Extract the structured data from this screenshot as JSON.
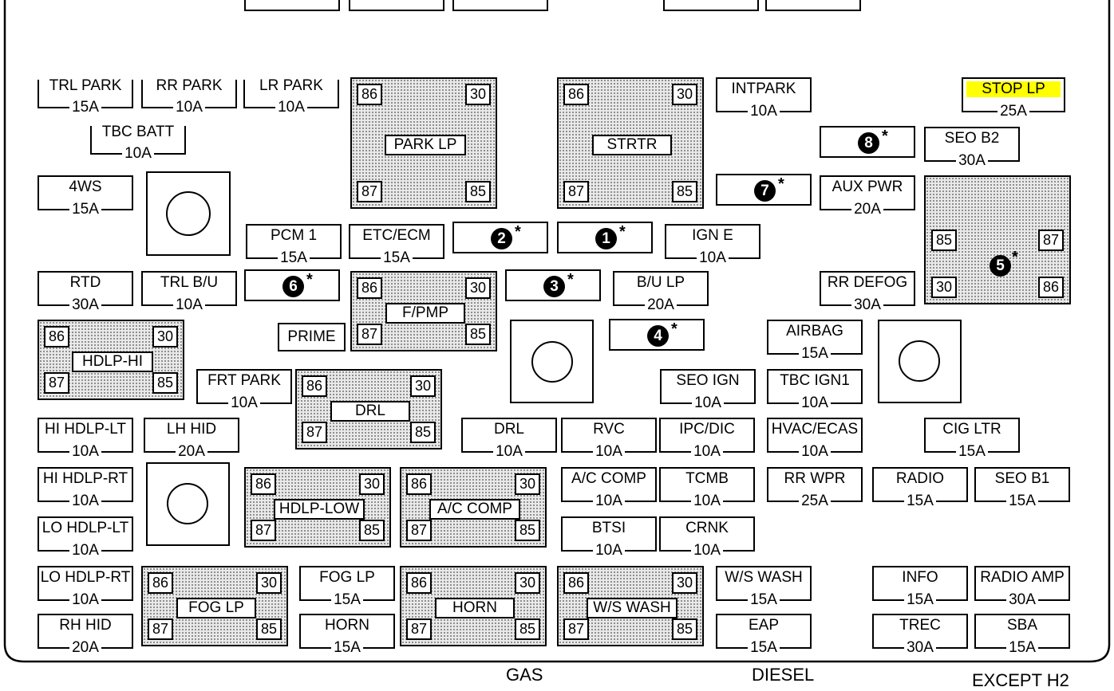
{
  "colors": {
    "highlight": "#ffff00",
    "line": "#000000",
    "relay_fill": "#e9e9e9"
  },
  "fuses": [
    {
      "name": "TRL PARK",
      "amp": "15A"
    },
    {
      "name": "RR PARK",
      "amp": "10A"
    },
    {
      "name": "LR PARK",
      "amp": "10A"
    },
    {
      "name": "TBC BATT",
      "amp": "10A"
    },
    {
      "name": "INTPARK",
      "amp": "10A"
    },
    {
      "name": "STOP LP",
      "amp": "25A",
      "highlight": true
    },
    {
      "name": "SEO B2",
      "amp": "30A"
    },
    {
      "name": "4WS",
      "amp": "15A"
    },
    {
      "name": "AUX PWR",
      "amp": "20A"
    },
    {
      "name": "PCM 1",
      "amp": "15A"
    },
    {
      "name": "ETC/ECM",
      "amp": "15A"
    },
    {
      "name": "IGN E",
      "amp": "10A"
    },
    {
      "name": "RTD",
      "amp": "30A"
    },
    {
      "name": "TRL B/U",
      "amp": "10A"
    },
    {
      "name": "B/U LP",
      "amp": "20A"
    },
    {
      "name": "RR DEFOG",
      "amp": "30A"
    },
    {
      "name": "PRIME",
      "amp": ""
    },
    {
      "name": "AIRBAG",
      "amp": "15A"
    },
    {
      "name": "FRT PARK",
      "amp": "10A"
    },
    {
      "name": "SEO IGN",
      "amp": "10A"
    },
    {
      "name": "TBC IGN1",
      "amp": "10A"
    },
    {
      "name": "HI HDLP-LT",
      "amp": "10A"
    },
    {
      "name": "LH HID",
      "amp": "20A"
    },
    {
      "name": "DRL",
      "amp": "10A"
    },
    {
      "name": "RVC",
      "amp": "10A"
    },
    {
      "name": "IPC/DIC",
      "amp": "10A"
    },
    {
      "name": "HVAC/ECAS",
      "amp": "10A"
    },
    {
      "name": "CIG LTR",
      "amp": "15A"
    },
    {
      "name": "HI HDLP-RT",
      "amp": "10A"
    },
    {
      "name": "A/C COMP",
      "amp": "10A"
    },
    {
      "name": "TCMB",
      "amp": "10A"
    },
    {
      "name": "RR WPR",
      "amp": "25A"
    },
    {
      "name": "RADIO",
      "amp": "15A"
    },
    {
      "name": "SEO B1",
      "amp": "15A"
    },
    {
      "name": "LO HDLP-LT",
      "amp": "10A"
    },
    {
      "name": "BTSI",
      "amp": "10A"
    },
    {
      "name": "CRNK",
      "amp": "10A"
    },
    {
      "name": "LO HDLP-RT",
      "amp": "10A"
    },
    {
      "name": "FOG LP",
      "amp": "15A"
    },
    {
      "name": "W/S WASH",
      "amp": "15A"
    },
    {
      "name": "INFO",
      "amp": "15A"
    },
    {
      "name": "RADIO AMP",
      "amp": "30A"
    },
    {
      "name": "RH HID",
      "amp": "20A"
    },
    {
      "name": "HORN",
      "amp": "15A"
    },
    {
      "name": "EAP",
      "amp": "15A"
    },
    {
      "name": "TREC",
      "amp": "30A"
    },
    {
      "name": "SBA",
      "amp": "15A"
    }
  ],
  "relays": [
    {
      "label": "PARK LP",
      "t86": "86",
      "t30": "30",
      "t87": "87",
      "t85": "85"
    },
    {
      "label": "STRTR",
      "t86": "86",
      "t30": "30",
      "t87": "87",
      "t85": "85"
    },
    {
      "label": "F/PMP",
      "t86": "86",
      "t30": "30",
      "t87": "87",
      "t85": "85"
    },
    {
      "label": "HDLP-HI",
      "t86": "86",
      "t30": "30",
      "t87": "87",
      "t85": "85"
    },
    {
      "label": "DRL",
      "t86": "86",
      "t30": "30",
      "t87": "87",
      "t85": "85"
    },
    {
      "label": "HDLP-LOW",
      "t86": "86",
      "t30": "30",
      "t87": "87",
      "t85": "85"
    },
    {
      "label": "A/C COMP",
      "t86": "86",
      "t30": "30",
      "t87": "87",
      "t85": "85"
    },
    {
      "label": "FOG LP",
      "t86": "86",
      "t30": "30",
      "t87": "87",
      "t85": "85"
    },
    {
      "label": "HORN",
      "t86": "86",
      "t30": "30",
      "t87": "87",
      "t85": "85"
    },
    {
      "label": "W/S WASH",
      "t86": "86",
      "t30": "30",
      "t87": "87",
      "t85": "85"
    }
  ],
  "relay5": {
    "label": "5",
    "t85": "85",
    "t87": "87",
    "t30": "30",
    "t86": "86"
  },
  "markers": [
    {
      "num": "8",
      "star": "*"
    },
    {
      "num": "7",
      "star": "*"
    },
    {
      "num": "2",
      "star": "*"
    },
    {
      "num": "1",
      "star": "*"
    },
    {
      "num": "6",
      "star": "*"
    },
    {
      "num": "3",
      "star": "*"
    },
    {
      "num": "4",
      "star": "*"
    }
  ],
  "footer": {
    "gas": "GAS",
    "diesel": "DIESEL",
    "except": "EXCEPT H2"
  }
}
